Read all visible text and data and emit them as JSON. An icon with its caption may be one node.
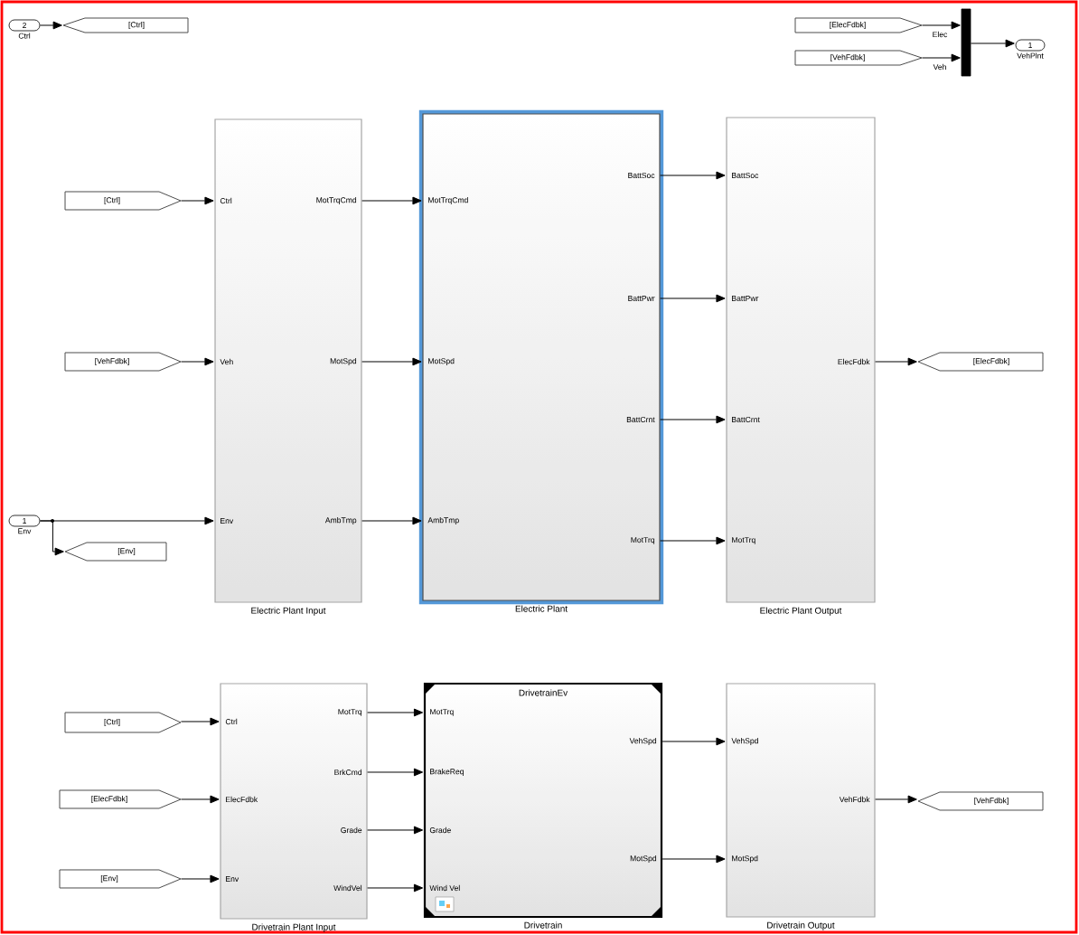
{
  "diagram": {
    "nodes": [
      {
        "text": [
          "2"
        ],
        "beside": [
          "Ctrl"
        ]
      },
      {
        "text": [
          "[Ctrl]"
        ]
      },
      {
        "text": [
          "[ElecFdbk]"
        ]
      },
      {
        "text": [
          "[VehFdbk]"
        ]
      },
      {
        "text": [],
        "shape": "bar"
      },
      {
        "text": [
          "1"
        ],
        "beside": [
          "VehPlnt"
        ]
      },
      {
        "text": [
          "[Ctrl]"
        ]
      },
      {
        "text": [
          "[VehFdbk]"
        ]
      },
      {
        "text": [
          "1"
        ],
        "beside": [
          "Env"
        ]
      },
      {
        "text": [
          "[Env]"
        ]
      },
      {
        "text": [
          "Electric Plant Input",
          "Ctrl",
          "Veh",
          "Env",
          "MotTrqCmd",
          "MotSpd",
          "AmbTmp"
        ]
      },
      {
        "text": [
          "Electric Plant",
          "MotTrqCmd",
          "MotSpd",
          "AmbTmp",
          "BattSoc",
          "BattPwr",
          "BattCrnt",
          "MotTrq"
        ]
      },
      {
        "text": [
          "Electric Plant Output",
          "BattSoc",
          "BattPwr",
          "BattCrnt",
          "MotTrq",
          "ElecFdbk"
        ]
      },
      {
        "text": [
          "[ElecFdbk]"
        ]
      },
      {
        "text": [
          "[Ctrl]"
        ]
      },
      {
        "text": [
          "[ElecFdbk]"
        ]
      },
      {
        "text": [
          "[Env]"
        ]
      },
      {
        "text": [
          "Drivetrain Plant Input",
          "Ctrl",
          "ElecFdbk",
          "Env",
          "MotTrq",
          "BrkCmd",
          "Grade",
          "WindVel"
        ]
      },
      {
        "text": [
          "Drivetrain",
          "DrivetrainEv",
          "MotTrq",
          "BrakeReq",
          "Grade",
          "Wind Vel",
          "VehSpd",
          "MotSpd"
        ]
      },
      {
        "text": [
          "Drivetrain Output",
          "VehSpd",
          "MotSpd",
          "VehFdbk"
        ]
      },
      {
        "text": [
          "[VehFdbk]"
        ]
      }
    ],
    "edges": [
      {
        "from": 0,
        "to": 1,
        "arrow": "to"
      },
      {
        "from": 2,
        "to": 4,
        "arrow": "to",
        "label": "Elec"
      },
      {
        "from": 3,
        "to": 4,
        "arrow": "to",
        "label": "Veh"
      },
      {
        "from": 4,
        "to": 5,
        "arrow": "to"
      },
      {
        "from": 6,
        "to": 10,
        "arrow": "to"
      },
      {
        "from": 7,
        "to": 10,
        "arrow": "to"
      },
      {
        "from": 8,
        "to": 10,
        "arrow": "to"
      },
      {
        "from": 8,
        "to": 9,
        "arrow": "to"
      },
      {
        "from": 10,
        "to": 11,
        "arrow": "to"
      },
      {
        "from": 10,
        "to": 11,
        "arrow": "to"
      },
      {
        "from": 10,
        "to": 11,
        "arrow": "to"
      },
      {
        "from": 11,
        "to": 12,
        "arrow": "to"
      },
      {
        "from": 11,
        "to": 12,
        "arrow": "to"
      },
      {
        "from": 11,
        "to": 12,
        "arrow": "to"
      },
      {
        "from": 11,
        "to": 12,
        "arrow": "to"
      },
      {
        "from": 12,
        "to": 13,
        "arrow": "to"
      },
      {
        "from": 14,
        "to": 17,
        "arrow": "to"
      },
      {
        "from": 15,
        "to": 17,
        "arrow": "to"
      },
      {
        "from": 16,
        "to": 17,
        "arrow": "to"
      },
      {
        "from": 17,
        "to": 18,
        "arrow": "to"
      },
      {
        "from": 17,
        "to": 18,
        "arrow": "to"
      },
      {
        "from": 17,
        "to": 18,
        "arrow": "to"
      },
      {
        "from": 17,
        "to": 18,
        "arrow": "to"
      },
      {
        "from": 18,
        "to": 19,
        "arrow": "to"
      },
      {
        "from": 18,
        "to": 19,
        "arrow": "to"
      },
      {
        "from": 19,
        "to": 20,
        "arrow": "to"
      }
    ]
  }
}
